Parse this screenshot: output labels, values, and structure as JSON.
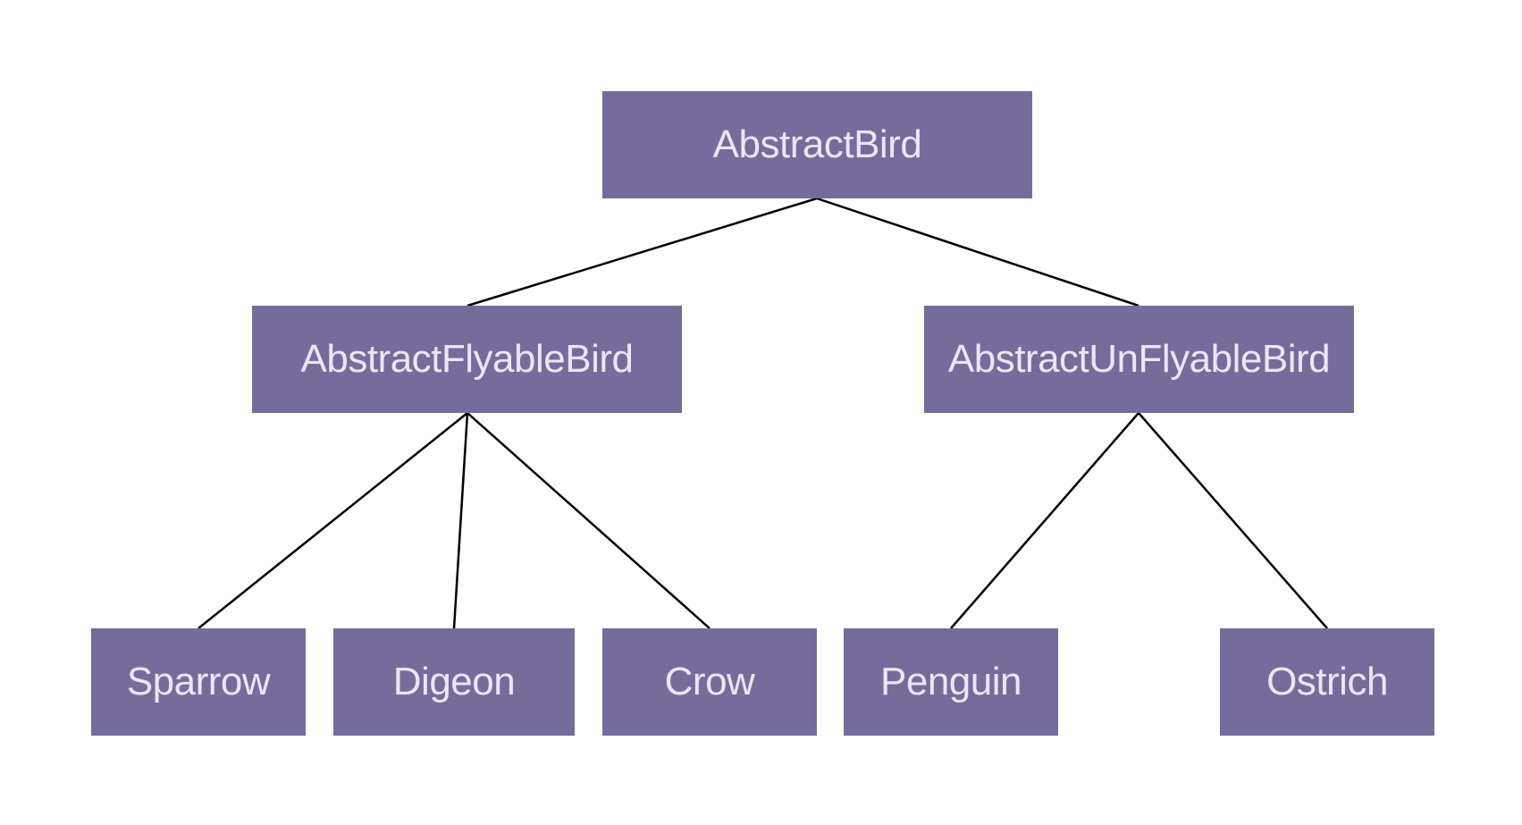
{
  "colors": {
    "node_fill": "#756c9c",
    "node_text": "#eae6f6",
    "edge": "#000000",
    "background": "#ffffff"
  },
  "nodes": {
    "abstract_bird": {
      "label": "AbstractBird"
    },
    "abstract_flyable_bird": {
      "label": "AbstractFlyableBird"
    },
    "abstract_unflyable_bird": {
      "label": "AbstractUnFlyableBird"
    },
    "sparrow": {
      "label": "Sparrow"
    },
    "digeon": {
      "label": "Digeon"
    },
    "crow": {
      "label": "Crow"
    },
    "penguin": {
      "label": "Penguin"
    },
    "ostrich": {
      "label": "Ostrich"
    }
  },
  "edges": [
    {
      "from": "abstract_bird",
      "to": "abstract_flyable_bird"
    },
    {
      "from": "abstract_bird",
      "to": "abstract_unflyable_bird"
    },
    {
      "from": "abstract_flyable_bird",
      "to": "sparrow"
    },
    {
      "from": "abstract_flyable_bird",
      "to": "digeon"
    },
    {
      "from": "abstract_flyable_bird",
      "to": "crow"
    },
    {
      "from": "abstract_unflyable_bird",
      "to": "penguin"
    },
    {
      "from": "abstract_unflyable_bird",
      "to": "ostrich"
    }
  ]
}
